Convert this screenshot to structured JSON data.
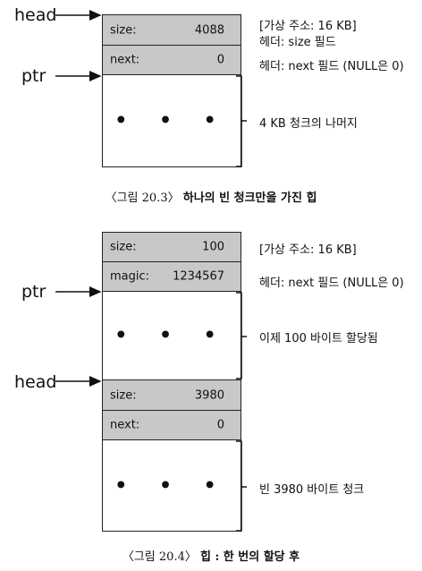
{
  "fig1": {
    "head_label": "head",
    "ptr_label": "ptr",
    "size_key": "size:",
    "size_val": "4088",
    "next_key": "next:",
    "next_val": "0",
    "dots": "• • •",
    "note_addr": "[가상 주소: 16 KB]",
    "note_size": "헤더: size 필드",
    "note_next": "헤더: next 필드 (NULL은 0)",
    "note_rest": "4 KB 청크의 나머지",
    "caption_num": "〈그림 20.3〉",
    "caption_text": "하나의 빈 청크만을 가진 힙"
  },
  "fig2": {
    "ptr_label": "ptr",
    "head_label": "head",
    "size_key": "size:",
    "size_val": "100",
    "magic_key": "magic:",
    "magic_val": "1234567",
    "dots1": "• • •",
    "size2_key": "size:",
    "size2_val": "3980",
    "next_key": "next:",
    "next_val": "0",
    "dots2": "• • •",
    "note_addr": "[가상 주소: 16 KB]",
    "note_next": "헤더: next 필드 (NULL은 0)",
    "note_alloc": "이제 100 바이트 할당됨",
    "note_free": "빈 3980 바이트 청크",
    "caption_num": "〈그림 20.4〉",
    "caption_text": "힙 : 한 번의 할당 후"
  }
}
